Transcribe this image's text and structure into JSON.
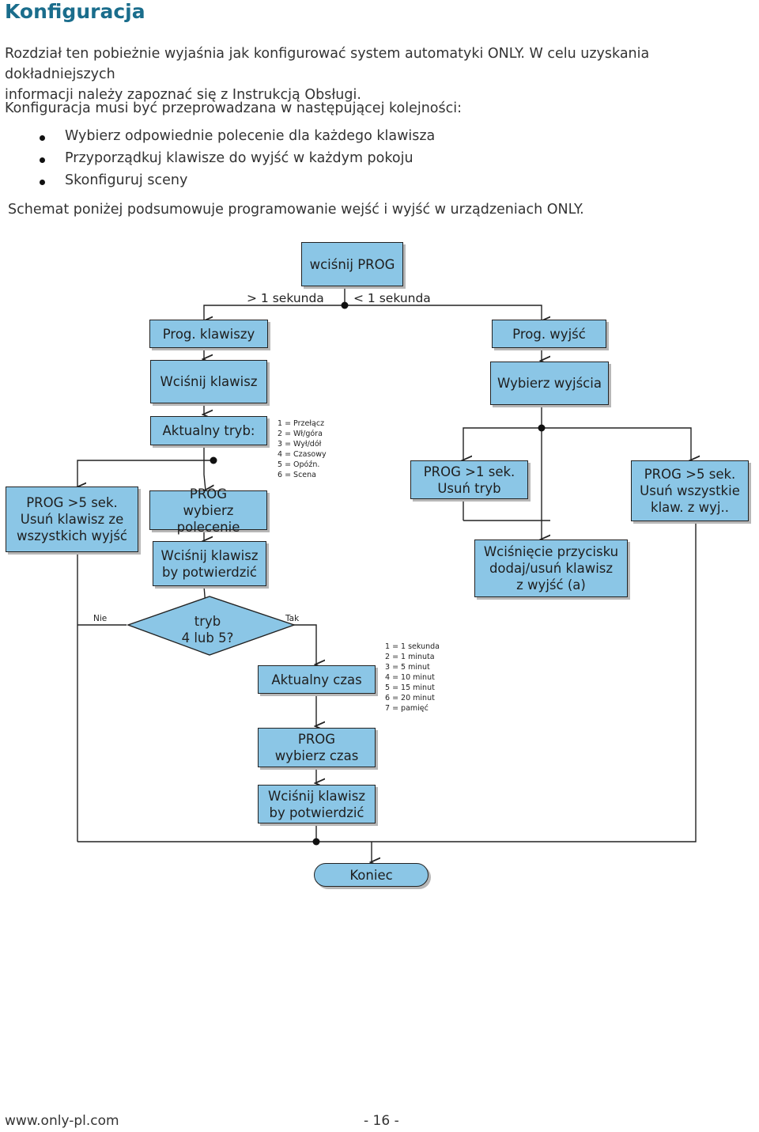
{
  "header": {
    "title": "Konfiguracja"
  },
  "intro": {
    "p1_line1": "Rozdział ten pobieżnie wyjaśnia jak konfigurować system automatyki ONLY. W celu uzyskania dokładniejszych",
    "p1_line2": "informacji należy zapoznać się z Instrukcją Obsługi.",
    "p2": "Konfiguracja musi być przeprowadzana w następującej kolejności:",
    "bullets": [
      "Wybierz odpowiednie polecenie dla każdego klawisza",
      "Przyporządkuj klawisze do wyjść w każdym pokoju",
      "Skonfiguruj sceny"
    ],
    "p3": "Schemat poniżej podsumowuje programowanie wejść i wyjść w urządzeniach ONLY."
  },
  "flow": {
    "start": "wciśnij PROG",
    "gt1": "> 1 sekunda",
    "lt1": "< 1 sekunda",
    "prog_keys": "Prog. klawiszy",
    "prog_outputs": "Prog. wyjść",
    "press_key": "Wciśnij klawisz",
    "select_outputs": "Wybierz wyjścia",
    "current_mode": "Aktualny tryb:",
    "mode_list": [
      "1 = Przełącz",
      "2 = Wł/góra",
      "3 = Wył/dół",
      "4 = Czasowy",
      "5 = Opóźn.",
      "6 = Scena"
    ],
    "prog5_delete_line1": "PROG >5 sek.",
    "prog5_delete_line2": "Usuń klawisz ze",
    "prog5_delete_line3": "wszystkich wyjść",
    "prog_select_cmd_line1": "PROG",
    "prog_select_cmd_line2": "wybierz polecenie",
    "confirm1_line1": "Wciśnij klawisz",
    "confirm1_line2": "by potwierdzić",
    "prog1_remove_mode_line1": "PROG >1 sek.",
    "prog1_remove_mode_line2": "Usuń tryb",
    "prog5_remove_all_line1": "PROG >5 sek.",
    "prog5_remove_all_line2": "Usuń wszystkie",
    "prog5_remove_all_line3": "klaw. z wyj..",
    "press_button_line1": "Wciśnięcie przycisku",
    "press_button_line2": "dodaj/usuń klawisz",
    "press_button_line3": "z wyjść (a)",
    "no": "Nie",
    "yes": "Tak",
    "decision_line1": "tryb",
    "decision_line2": "4 lub 5?",
    "current_time": "Aktualny czas",
    "time_list": [
      "1 = 1 sekunda",
      "2 = 1 minuta",
      "3 = 5 minut",
      "4 = 10 minut",
      "5 = 15 minut",
      "6 = 20 minut",
      "7 = pamięć"
    ],
    "prog_select_time_line1": "PROG",
    "prog_select_time_line2": "wybierz czas",
    "confirm2_line1": "Wciśnij klawisz",
    "confirm2_line2": "by potwierdzić",
    "end": "Koniec"
  },
  "colors": {
    "box_fill": "#8bc6e6",
    "title": "#1a6d8c"
  },
  "footer": {
    "url": "www.only-pl.com",
    "page": "- 16 -"
  }
}
